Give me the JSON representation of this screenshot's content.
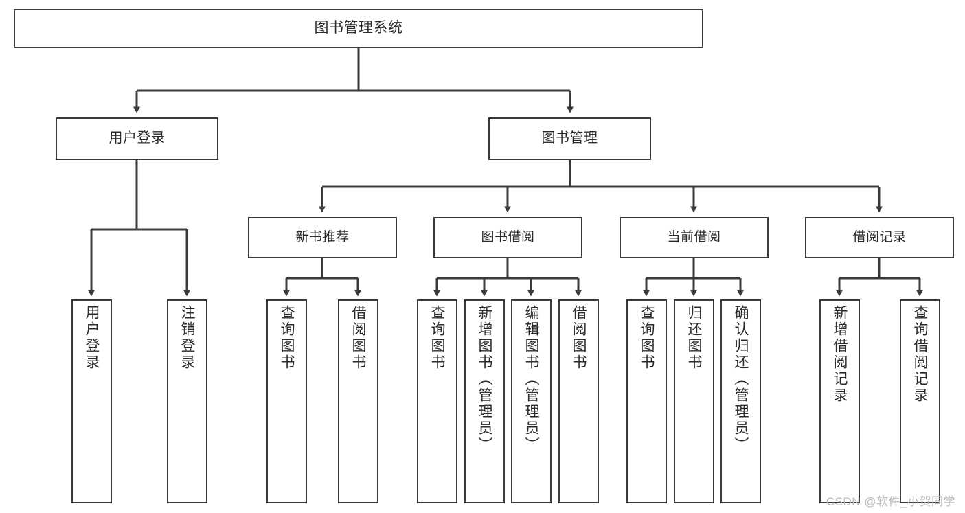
{
  "diagram": {
    "type": "tree-hierarchy-diagram",
    "title": "图书管理系统",
    "watermark": "CSDN @软件_小贺同学",
    "colors": {
      "box_border": "#3a3a3a",
      "box_fill": "#ffffff",
      "connector": "#3a3a3a",
      "text": "#2b2b2b",
      "watermark": "#b9b9b9",
      "background": "#ffffff"
    },
    "nodes": {
      "root": {
        "label": "图书管理系统"
      },
      "level2": [
        {
          "id": "user-login",
          "label": "用户登录"
        },
        {
          "id": "book-management",
          "label": "图书管理"
        }
      ],
      "level3": [
        {
          "id": "new-book-recommend",
          "label": "新书推荐"
        },
        {
          "id": "book-borrow",
          "label": "图书借阅"
        },
        {
          "id": "current-borrow",
          "label": "当前借阅"
        },
        {
          "id": "borrow-record",
          "label": "借阅记录"
        }
      ],
      "leaves": {
        "user-login": [
          {
            "id": "leaf-user-login",
            "label": "用户登录"
          },
          {
            "id": "leaf-logout-login",
            "label": "注销登录"
          }
        ],
        "new-book-recommend": [
          {
            "id": "leaf-query-book-1",
            "label": "查询图书"
          },
          {
            "id": "leaf-borrow-book-1",
            "label": "借阅图书"
          }
        ],
        "book-borrow": [
          {
            "id": "leaf-query-book-2",
            "label": "查询图书"
          },
          {
            "id": "leaf-add-book",
            "label": "新增图书（管理员）"
          },
          {
            "id": "leaf-edit-book",
            "label": "编辑图书（管理员）"
          },
          {
            "id": "leaf-borrow-book-2",
            "label": "借阅图书"
          }
        ],
        "current-borrow": [
          {
            "id": "leaf-query-book-3",
            "label": "查询图书"
          },
          {
            "id": "leaf-return-book",
            "label": "归还图书"
          },
          {
            "id": "leaf-confirm-return",
            "label": "确认归还（管理员）"
          }
        ],
        "borrow-record": [
          {
            "id": "leaf-add-record",
            "label": "新增借阅记录"
          },
          {
            "id": "leaf-query-record",
            "label": "查询借阅记录"
          }
        ]
      }
    }
  }
}
